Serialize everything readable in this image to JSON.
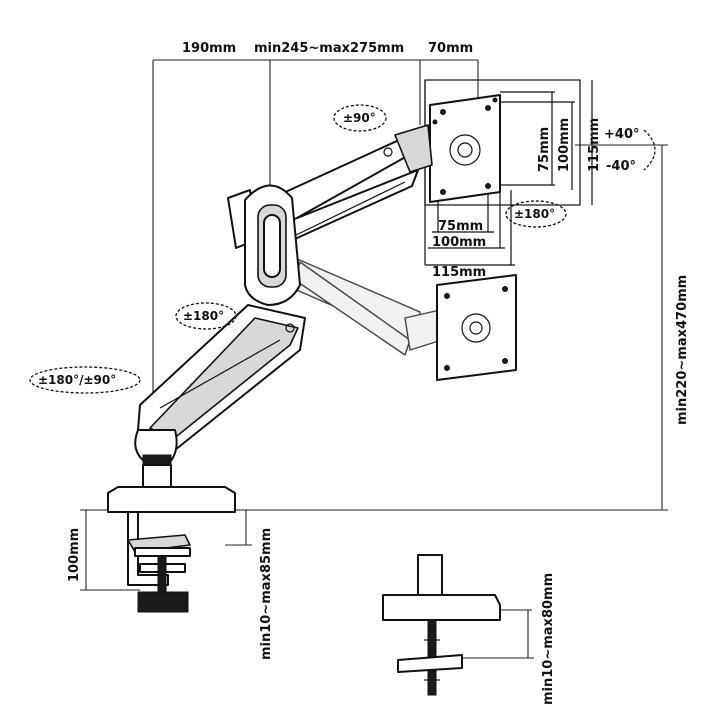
{
  "dimensions": {
    "top_left": "190mm",
    "top_middle": "min245~max275mm",
    "top_right": "70mm",
    "vesa_h_75": "75mm",
    "vesa_h_100": "100mm",
    "vesa_h_115": "115mm",
    "vesa_v_75": "75mm",
    "vesa_v_100": "100mm",
    "vesa_v_115": "115mm",
    "height_range": "min220~max470mm",
    "clamp_height": "100mm",
    "clamp_range": "min10~max85mm",
    "grommet_range": "min10~max80mm"
  },
  "rotations": {
    "head_rotate": "±90°",
    "plate_rotate": "±180°",
    "elbow_rotate": "±180°",
    "base_rotate": "±180°/±90°",
    "tilt_up": "+40°",
    "tilt_down": "-40°"
  }
}
